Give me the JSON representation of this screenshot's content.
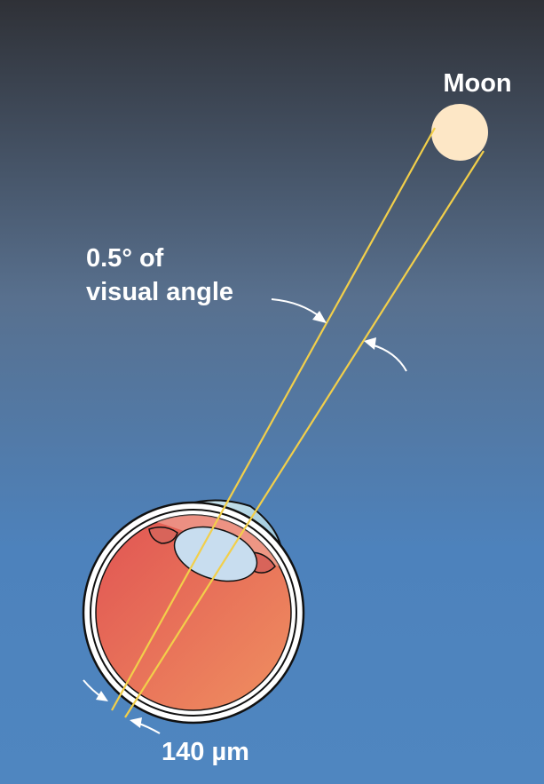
{
  "labels": {
    "moon": "Moon",
    "angle_line1": "0.5° of",
    "angle_line2": "visual angle",
    "retina_size": "140 µm"
  },
  "colors": {
    "background_top": "#2f3137",
    "background_mid": "#58708e",
    "background_bottom": "#4d82bc",
    "moon": "#fde7c6",
    "ray": "#f2cf4a",
    "eyeball": "#e5735d",
    "lens": "#c8ddef",
    "cornea": "#a9cfe0",
    "sclera": "#ffffff",
    "outline": "#111111",
    "label_text": "#ffffff"
  }
}
